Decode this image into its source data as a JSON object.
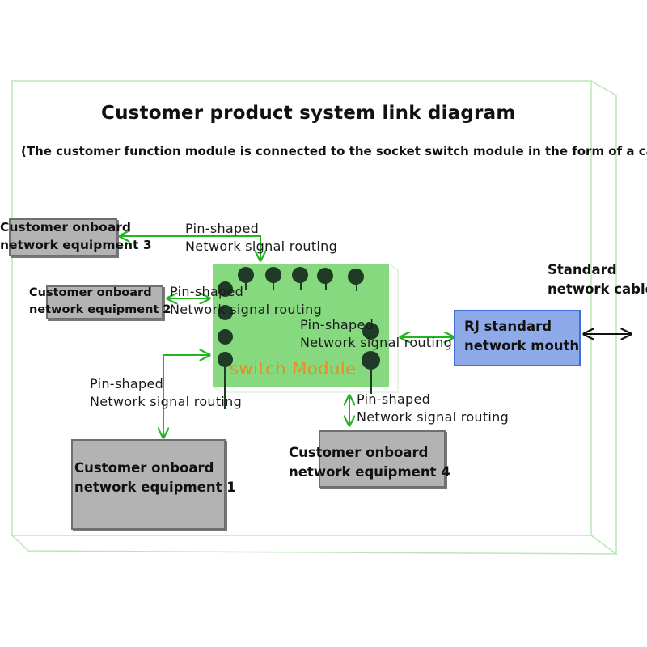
{
  "title": "Customer product system link diagram",
  "subtitle": "(The customer function module is connected to the socket switch module in the form of a cab",
  "colors": {
    "frame_line": "#b9e8b6",
    "switch_fill": "#86d97f",
    "rj_fill": "#8eaae8",
    "rj_border": "#3d6fd6",
    "equipment_fill": "#b3b3b3",
    "arrow_green": "#22b522",
    "arrow_black": "#111111",
    "module_label": "#f08a1e",
    "pin": "#1f3a25"
  },
  "equipment": [
    {
      "id": 1,
      "line1": "Customer onboard",
      "line2": "network equipment 1"
    },
    {
      "id": 2,
      "line1": "Customer onboard",
      "line2": "network equipment 2"
    },
    {
      "id": 3,
      "line1": "Customer onboard",
      "line2": "network equipment 3"
    },
    {
      "id": 4,
      "line1": "Customer onboard",
      "line2": "network equipment 4"
    }
  ],
  "routing_label": {
    "line1": "Pin-shaped",
    "line2": "Network signal routing"
  },
  "switch_module": {
    "label": "switch Module"
  },
  "rj_port": {
    "line1": "RJ standard",
    "line2": "network mouth"
  },
  "cable": {
    "line1": "Standard",
    "line2": "network cable"
  }
}
